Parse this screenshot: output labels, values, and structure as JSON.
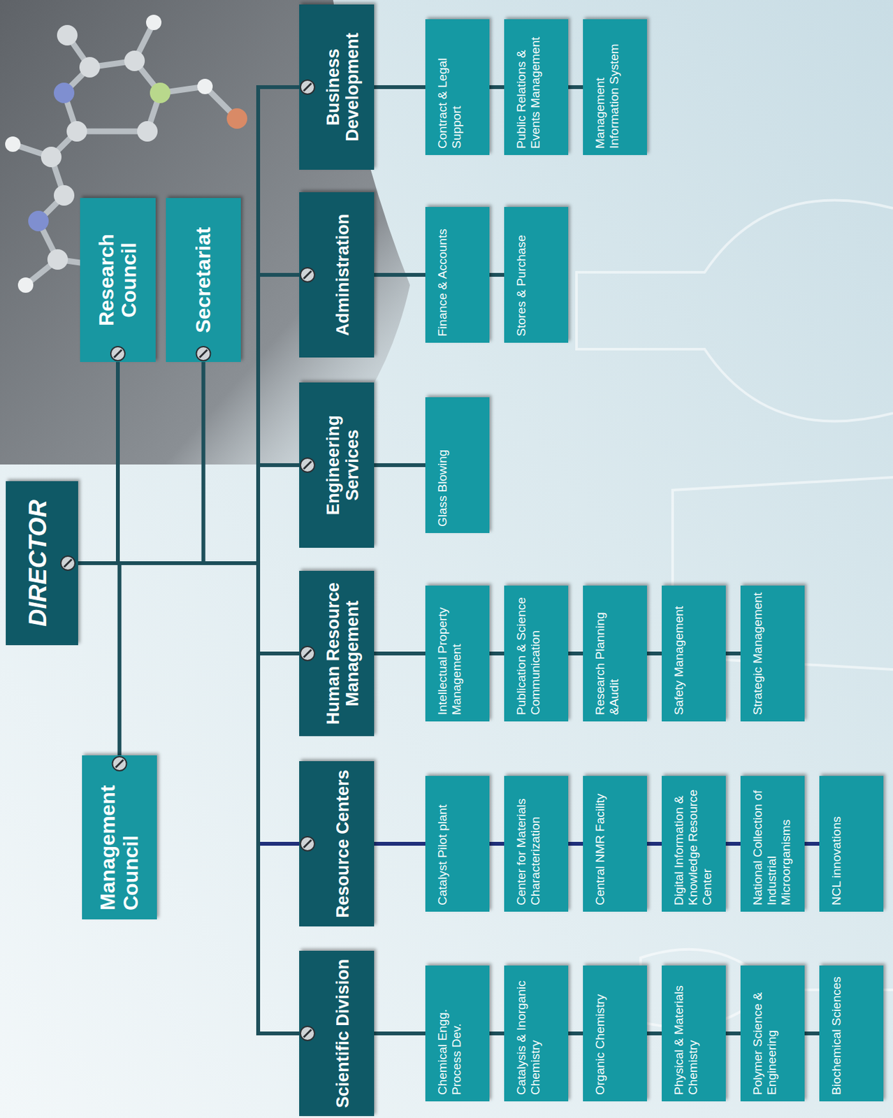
{
  "diagram": {
    "nodes": [
      {
        "text": [
          "DIRECTOR"
        ]
      },
      {
        "text": [
          "Management Council"
        ]
      },
      {
        "text": [
          "Research Council"
        ]
      },
      {
        "text": [
          "Secretariat"
        ]
      },
      {
        "text": [
          "Scientific Division"
        ]
      },
      {
        "text": [
          "Chemical Engg. Process Dev."
        ]
      },
      {
        "text": [
          "Catalysis & Inorganic Chemistry"
        ]
      },
      {
        "text": [
          "Organic Chemistry"
        ]
      },
      {
        "text": [
          "Physical & Materials Chemistry"
        ]
      },
      {
        "text": [
          "Polymer Science & Engineering"
        ]
      },
      {
        "text": [
          "Biochemical Sciences"
        ]
      },
      {
        "text": [
          "Resource Centers"
        ]
      },
      {
        "text": [
          "Catalyst Pilot plant"
        ]
      },
      {
        "text": [
          "Center for Materials Characterization"
        ]
      },
      {
        "text": [
          "Central NMR Facility"
        ]
      },
      {
        "text": [
          "Digital Information & Knowledge Resource Center"
        ]
      },
      {
        "text": [
          "National Collection of Industrial Microorganisms"
        ]
      },
      {
        "text": [
          "NCL innovations"
        ]
      },
      {
        "text": [
          "Human Resource Management"
        ]
      },
      {
        "text": [
          "Intellectual Property Management"
        ]
      },
      {
        "text": [
          "Publication & Science Communication"
        ]
      },
      {
        "text": [
          "Research Planning &Audit"
        ]
      },
      {
        "text": [
          "Safety Management"
        ]
      },
      {
        "text": [
          "Strategic Management"
        ]
      },
      {
        "text": [
          "Engineering Services"
        ]
      },
      {
        "text": [
          "Glass Blowing"
        ]
      },
      {
        "text": [
          "Administration"
        ]
      },
      {
        "text": [
          "Finance & Accounts"
        ]
      },
      {
        "text": [
          "Stores & Purchase"
        ]
      },
      {
        "text": [
          "Business Development"
        ]
      },
      {
        "text": [
          "Contract & Legal Support"
        ]
      },
      {
        "text": [
          "Public Relations & Events Management"
        ]
      },
      {
        "text": [
          "Management Information System"
        ]
      }
    ],
    "edges": [
      {
        "from": 0,
        "to": 1,
        "arrow": "none"
      },
      {
        "from": 0,
        "to": 2,
        "arrow": "none"
      },
      {
        "from": 0,
        "to": 3,
        "arrow": "none"
      },
      {
        "from": 0,
        "to": 4,
        "arrow": "none"
      },
      {
        "from": 0,
        "to": 11,
        "arrow": "none"
      },
      {
        "from": 0,
        "to": 18,
        "arrow": "none"
      },
      {
        "from": 0,
        "to": 24,
        "arrow": "none"
      },
      {
        "from": 0,
        "to": 26,
        "arrow": "none"
      },
      {
        "from": 0,
        "to": 29,
        "arrow": "none"
      },
      {
        "from": 4,
        "to": 5,
        "arrow": "none"
      },
      {
        "from": 5,
        "to": 6,
        "arrow": "none"
      },
      {
        "from": 6,
        "to": 7,
        "arrow": "none"
      },
      {
        "from": 7,
        "to": 8,
        "arrow": "none"
      },
      {
        "from": 8,
        "to": 9,
        "arrow": "none"
      },
      {
        "from": 9,
        "to": 10,
        "arrow": "none"
      },
      {
        "from": 11,
        "to": 12,
        "arrow": "none"
      },
      {
        "from": 12,
        "to": 13,
        "arrow": "none"
      },
      {
        "from": 13,
        "to": 14,
        "arrow": "none"
      },
      {
        "from": 14,
        "to": 15,
        "arrow": "none"
      },
      {
        "from": 15,
        "to": 16,
        "arrow": "none"
      },
      {
        "from": 16,
        "to": 17,
        "arrow": "none"
      },
      {
        "from": 18,
        "to": 19,
        "arrow": "none"
      },
      {
        "from": 19,
        "to": 20,
        "arrow": "none"
      },
      {
        "from": 20,
        "to": 21,
        "arrow": "none"
      },
      {
        "from": 21,
        "to": 22,
        "arrow": "none"
      },
      {
        "from": 22,
        "to": 23,
        "arrow": "none"
      },
      {
        "from": 24,
        "to": 25,
        "arrow": "none"
      },
      {
        "from": 26,
        "to": 27,
        "arrow": "none"
      },
      {
        "from": 27,
        "to": 28,
        "arrow": "none"
      },
      {
        "from": 29,
        "to": 30,
        "arrow": "none"
      },
      {
        "from": 30,
        "to": 31,
        "arrow": "none"
      },
      {
        "from": 31,
        "to": 32,
        "arrow": "none"
      }
    ]
  }
}
